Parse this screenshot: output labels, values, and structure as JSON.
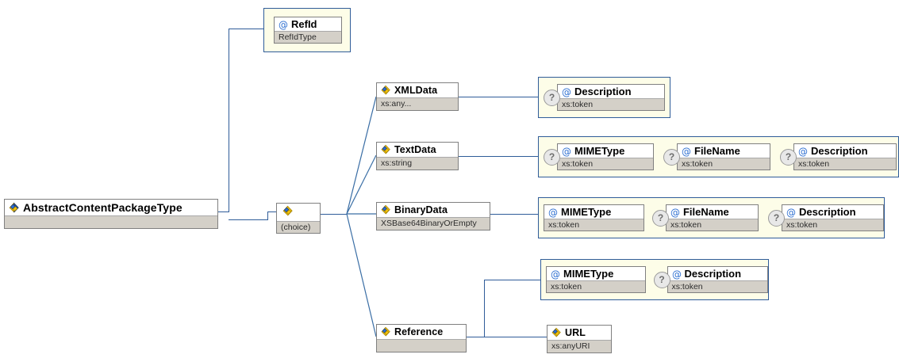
{
  "diagram": {
    "kind": "xsd-schema-tree",
    "root": {
      "name": "AbstractContentPackageType",
      "type": "",
      "icon": "element-icon"
    },
    "compositor": {
      "label": "(choice)",
      "icon": "element-icon"
    },
    "refid": {
      "name": "RefId",
      "type": "RefIdType",
      "icon": "attribute-icon",
      "optional": false
    },
    "children": [
      {
        "name": "XMLData",
        "type": "xs:any...",
        "icon": "element-icon",
        "attributes": [
          {
            "name": "Description",
            "type": "xs:token",
            "icon": "attribute-icon",
            "optional": true
          }
        ]
      },
      {
        "name": "TextData",
        "type": "xs:string",
        "icon": "element-icon",
        "attributes": [
          {
            "name": "MIMEType",
            "type": "xs:token",
            "icon": "attribute-icon",
            "optional": true
          },
          {
            "name": "FileName",
            "type": "xs:token",
            "icon": "attribute-icon",
            "optional": true
          },
          {
            "name": "Description",
            "type": "xs:token",
            "icon": "attribute-icon",
            "optional": true
          }
        ]
      },
      {
        "name": "BinaryData",
        "type": "XSBase64BinaryOrEmpty",
        "icon": "element-icon",
        "attributes": [
          {
            "name": "MIMEType",
            "type": "xs:token",
            "icon": "attribute-icon",
            "optional": false
          },
          {
            "name": "FileName",
            "type": "xs:token",
            "icon": "attribute-icon",
            "optional": true
          },
          {
            "name": "Description",
            "type": "xs:token",
            "icon": "attribute-icon",
            "optional": true
          }
        ]
      },
      {
        "name": "Reference",
        "type": "",
        "icon": "element-icon",
        "attributes": [
          {
            "name": "MIMEType",
            "type": "xs:token",
            "icon": "attribute-icon",
            "optional": false
          },
          {
            "name": "Description",
            "type": "xs:token",
            "icon": "attribute-icon",
            "optional": true
          }
        ],
        "child": {
          "name": "URL",
          "type": "xs:anyURI",
          "icon": "element-icon"
        }
      }
    ],
    "markers": {
      "optional": "?"
    },
    "colors": {
      "connector": "#2f5c99",
      "attr_panel_border": "#2f5c99",
      "attr_panel_fill": "#fdfde8",
      "type_band": "#d4d0c8",
      "box_border": "#808080",
      "icon_blue": "#1f4e9c",
      "icon_yellow": "#f2c20c"
    }
  }
}
